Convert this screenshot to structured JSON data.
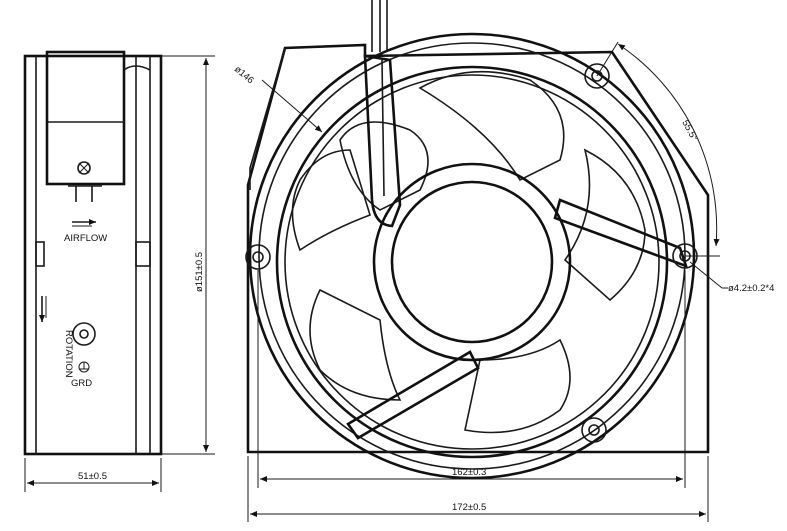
{
  "side_view": {
    "airflow_label": "AIRFLOW",
    "rotation_label": "ROTATION",
    "ground_label": "GRD",
    "height_dim": "ø151±0.5",
    "depth_dim": "51±0.5"
  },
  "front_view": {
    "outer_diameter_label": "ø146",
    "hole_angle_label": "55.5°",
    "mount_hole_label": "ø4.2±0.2*4",
    "hole_spacing_dim": "162±0.3",
    "overall_width_dim": "172±0.5"
  }
}
